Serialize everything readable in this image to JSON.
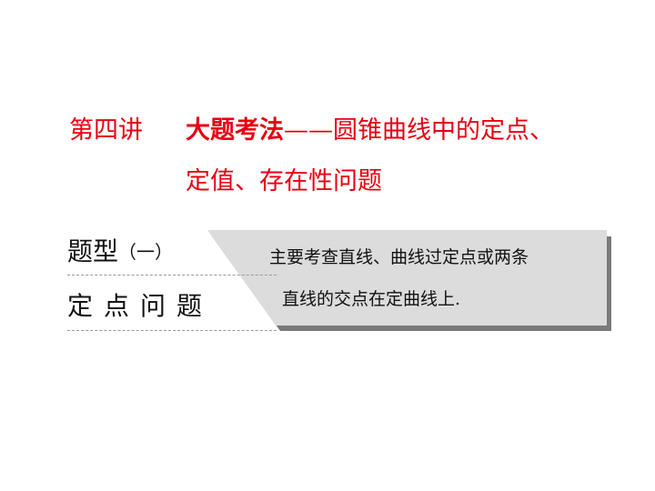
{
  "title": {
    "lecture": "第四讲",
    "topic": "大题考法",
    "dash": "——",
    "subject_line1": "圆锥曲线中的定点、",
    "subject_line2": "定值、存在性问题"
  },
  "question_type": {
    "label": "题型",
    "number": "（一）",
    "name": "定点问题"
  },
  "description": {
    "line1": "主要考查直线、曲线过定点或两条",
    "line2": "直线的交点在定曲线上."
  },
  "colors": {
    "title_red": "#e60012",
    "panel_gray": "#dcdcdc",
    "panel_shadow": "#7a7a7a"
  }
}
